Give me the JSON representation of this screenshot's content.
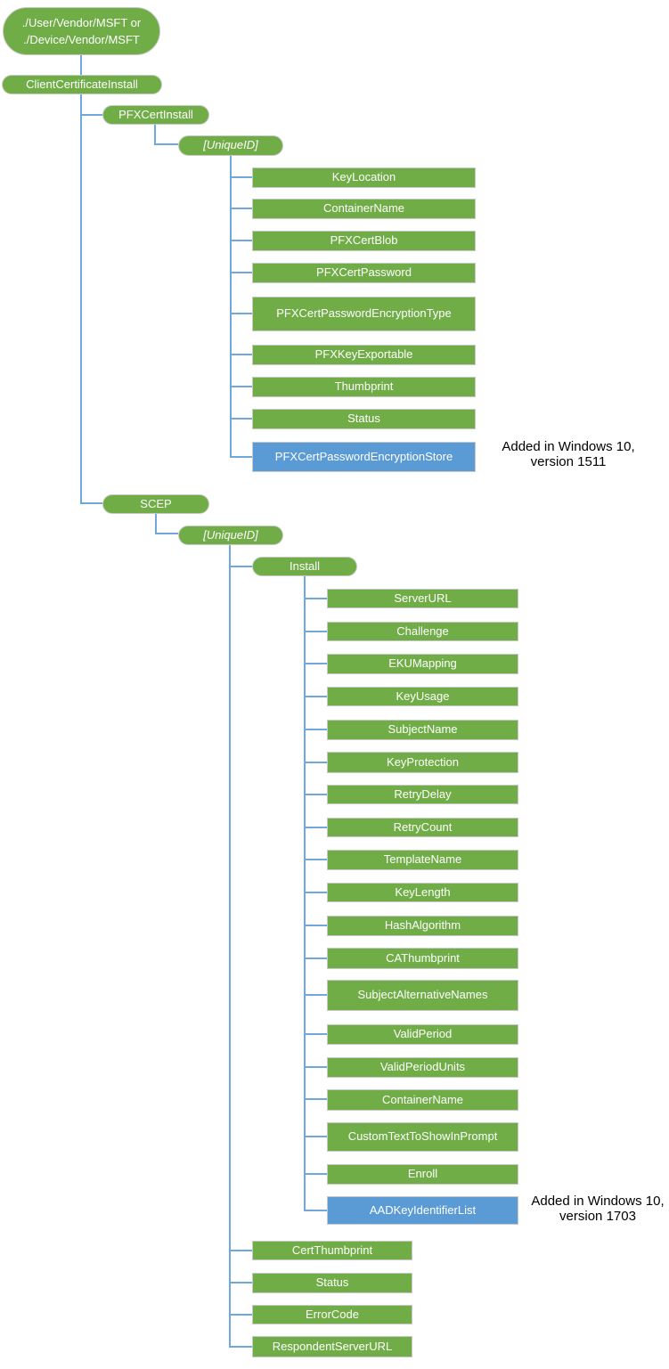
{
  "colors": {
    "node_green": "#70AD47",
    "node_blue": "#5B9BD5",
    "connector_blue": "#6FA8DC",
    "node_text": "#ffffff",
    "annotation_text": "#000000",
    "background": "#ffffff"
  },
  "tree": {
    "root": {
      "label": "./User/Vendor/MSFT or\n./Device/Vendor/MSFT"
    },
    "client_certificate_install": {
      "label": "ClientCertificateInstall"
    },
    "pfx_cert_install": {
      "label": "PFXCertInstall",
      "unique_id": {
        "label": "[UniqueID]",
        "children": [
          {
            "label": "KeyLocation",
            "type": "green"
          },
          {
            "label": "ContainerName",
            "type": "green"
          },
          {
            "label": "PFXCertBlob",
            "type": "green"
          },
          {
            "label": "PFXCertPassword",
            "type": "green"
          },
          {
            "label": "PFXCertPasswordEncryptionType",
            "type": "green"
          },
          {
            "label": "PFXKeyExportable",
            "type": "green"
          },
          {
            "label": "Thumbprint",
            "type": "green"
          },
          {
            "label": "Status",
            "type": "green"
          },
          {
            "label": "PFXCertPasswordEncryptionStore",
            "type": "blue",
            "annotation": "Added in Windows 10, version 1511"
          }
        ]
      }
    },
    "scep": {
      "label": "SCEP",
      "unique_id": {
        "label": "[UniqueID]",
        "install": {
          "label": "Install",
          "children": [
            {
              "label": "ServerURL",
              "type": "green"
            },
            {
              "label": "Challenge",
              "type": "green"
            },
            {
              "label": "EKUMapping",
              "type": "green"
            },
            {
              "label": "KeyUsage",
              "type": "green"
            },
            {
              "label": "SubjectName",
              "type": "green"
            },
            {
              "label": "KeyProtection",
              "type": "green"
            },
            {
              "label": "RetryDelay",
              "type": "green"
            },
            {
              "label": "RetryCount",
              "type": "green"
            },
            {
              "label": "TemplateName",
              "type": "green"
            },
            {
              "label": "KeyLength",
              "type": "green"
            },
            {
              "label": "HashAlgorithm",
              "type": "green"
            },
            {
              "label": "CAThumbprint",
              "type": "green"
            },
            {
              "label": "SubjectAlternativeNames",
              "type": "green"
            },
            {
              "label": "ValidPeriod",
              "type": "green"
            },
            {
              "label": "ValidPeriodUnits",
              "type": "green"
            },
            {
              "label": "ContainerName",
              "type": "green"
            },
            {
              "label": "CustomTextToShowInPrompt",
              "type": "green"
            },
            {
              "label": "Enroll",
              "type": "green"
            },
            {
              "label": "AADKeyIdentifierList",
              "type": "blue",
              "annotation": "Added in Windows 10, version 1703"
            }
          ]
        },
        "children": [
          {
            "label": "CertThumbprint",
            "type": "green"
          },
          {
            "label": "Status",
            "type": "green"
          },
          {
            "label": "ErrorCode",
            "type": "green"
          },
          {
            "label": "RespondentServerURL",
            "type": "green"
          }
        ]
      }
    }
  }
}
